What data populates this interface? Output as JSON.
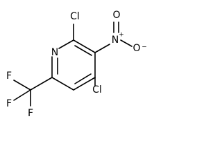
{
  "structure": {
    "atoms": {
      "ring_nitrogen": "N",
      "chlorine_upper": "Cl",
      "chlorine_lower": "Cl",
      "nitro_nitrogen": "N",
      "nitro_charge": "+",
      "nitro_oxygen_top": "O",
      "nitro_oxygen_right": "O",
      "nitro_oxygen_charge": "−",
      "fluorine_left": "F",
      "fluorine_bottom_left": "F",
      "fluorine_bottom": "F"
    }
  }
}
